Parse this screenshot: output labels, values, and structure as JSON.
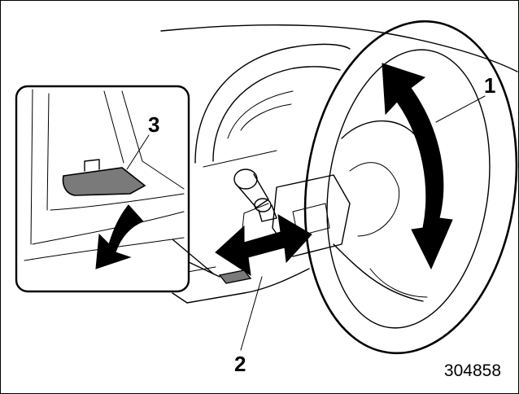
{
  "figure": {
    "callouts": {
      "steering_wheel": "1",
      "tilt_lever": "2",
      "inset_lever": "3"
    },
    "image_code": "304858",
    "colors": {
      "line": "#000000",
      "shade": "#7a7a7a",
      "background": "#ffffff"
    },
    "icons": {
      "tilt_arrow": "double-headed-curved-arrow",
      "lever_arrow": "double-headed-straight-arrow",
      "release_arrow": "curved-down-arrow"
    }
  }
}
